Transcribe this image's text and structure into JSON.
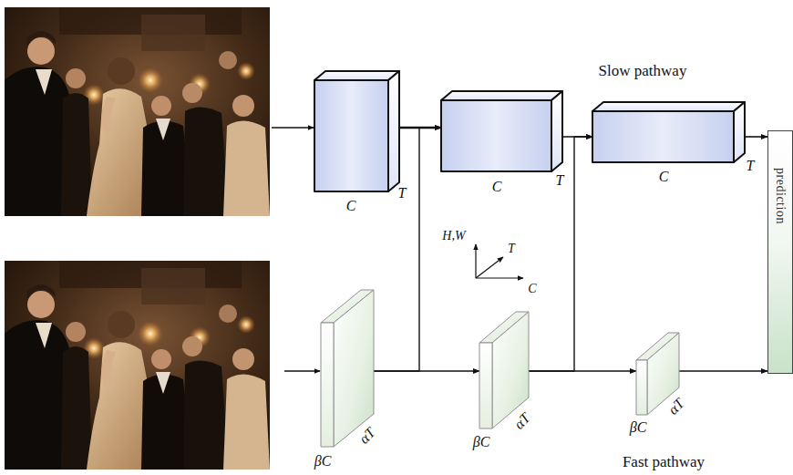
{
  "diagram": {
    "nodes": [
      {
        "text": [
          "C",
          "T"
        ]
      },
      {
        "text": [
          "C",
          "T"
        ]
      },
      {
        "text": [
          "C",
          "T"
        ]
      },
      {
        "text": [
          "βC",
          "αT"
        ]
      },
      {
        "text": [
          "βC",
          "αT"
        ]
      },
      {
        "text": [
          "βC",
          "αT"
        ]
      },
      {
        "text": [
          "prediction"
        ]
      }
    ],
    "edges": [
      {
        "from": 0,
        "to": 1,
        "arrow": "to"
      },
      {
        "from": 1,
        "to": 2,
        "arrow": "to"
      },
      {
        "from": 2,
        "to": 6,
        "arrow": "to"
      },
      {
        "from": 3,
        "to": 4,
        "arrow": "to"
      },
      {
        "from": 4,
        "to": 5,
        "arrow": "to"
      },
      {
        "from": 5,
        "to": 6,
        "arrow": "to"
      },
      {
        "from": 3,
        "to": 1,
        "arrow": "to"
      },
      {
        "from": 4,
        "to": 2,
        "arrow": "to"
      }
    ],
    "labels": [
      "Slow pathway",
      "Fast pathway",
      "H,W",
      "T",
      "C"
    ]
  }
}
